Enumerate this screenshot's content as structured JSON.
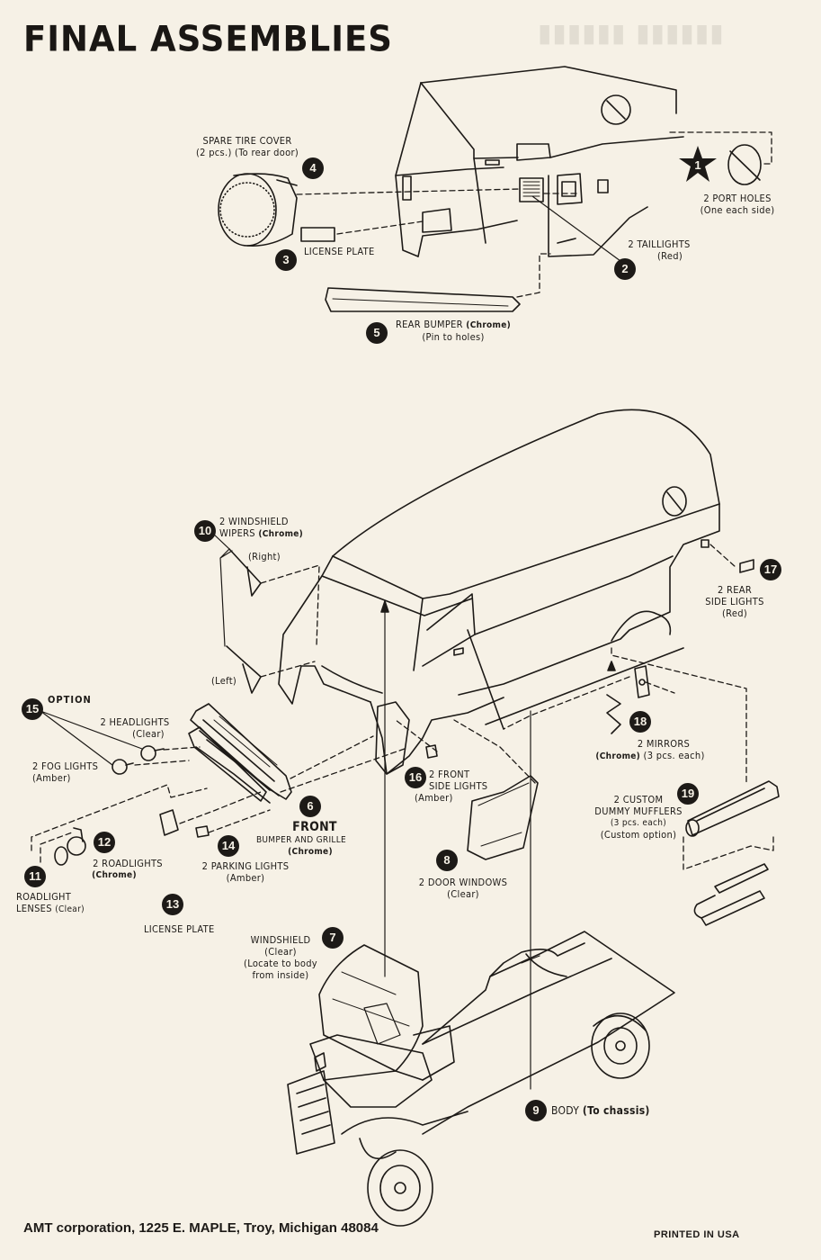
{
  "title": "FINAL ASSEMBLIES",
  "footer": {
    "company": "AMT corporation, 1225 E. MAPLE, Troy, Michigan 48084",
    "printed": "PRINTED IN USA"
  },
  "callouts": {
    "c1": {
      "num": "1",
      "line1": "2 PORT HOLES",
      "line2": "(One each side)"
    },
    "c2": {
      "num": "2",
      "line1": "2 TAILLIGHTS",
      "line2": "(Red)"
    },
    "c3": {
      "num": "3",
      "line1": "LICENSE PLATE"
    },
    "c4": {
      "num": "4",
      "line1": "SPARE TIRE COVER",
      "line2": "(2 pcs.) (To rear door)"
    },
    "c5": {
      "num": "5",
      "line1": "REAR BUMPER",
      "line1b": "(Chrome)",
      "line2": "(Pin to holes)"
    },
    "c6": {
      "num": "6",
      "line1": "FRONT",
      "line2": "BUMPER AND GRILLE",
      "line3": "(Chrome)"
    },
    "c7": {
      "num": "7",
      "line1": "WINDSHIELD",
      "line2": "(Clear)",
      "line3": "(Locate to body",
      "line4": "from inside)"
    },
    "c8": {
      "num": "8",
      "line1": "2 DOOR WINDOWS",
      "line2": "(Clear)"
    },
    "c9": {
      "num": "9",
      "line1": "BODY",
      "line1b": "(To chassis)"
    },
    "c10": {
      "num": "10",
      "line1": "2 WINDSHIELD",
      "line2": "WIPERS",
      "line2b": "(Chrome)",
      "right": "(Right)",
      "left": "(Left)"
    },
    "c11": {
      "num": "11",
      "line1": "ROADLIGHT",
      "line2": "LENSES",
      "line2b": "(Clear)"
    },
    "c12": {
      "num": "12",
      "line1": "2 ROADLIGHTS",
      "line2": "(Chrome)"
    },
    "c13": {
      "num": "13",
      "line1": "LICENSE PLATE"
    },
    "c14": {
      "num": "14",
      "line1": "2 PARKING LIGHTS",
      "line2": "(Amber)"
    },
    "c15": {
      "num": "15",
      "option": "OPTION",
      "headlights": "2 HEADLIGHTS",
      "headlights_note": "(Clear)",
      "fog": "2 FOG LIGHTS",
      "fog_note": "(Amber)"
    },
    "c16": {
      "num": "16",
      "line1": "2 FRONT",
      "line2": "SIDE LIGHTS",
      "line3": "(Amber)"
    },
    "c17": {
      "num": "17",
      "line1": "2 REAR",
      "line2": "SIDE LIGHTS",
      "line3": "(Red)"
    },
    "c18": {
      "num": "18",
      "line1": "2 MIRRORS",
      "line2a": "(Chrome)",
      "line2b": "(3 pcs. each)"
    },
    "c19": {
      "num": "19",
      "line1": "2 CUSTOM",
      "line2": "DUMMY MUFFLERS",
      "line3": "(3 pcs. each)",
      "line4": "(Custom option)"
    }
  }
}
